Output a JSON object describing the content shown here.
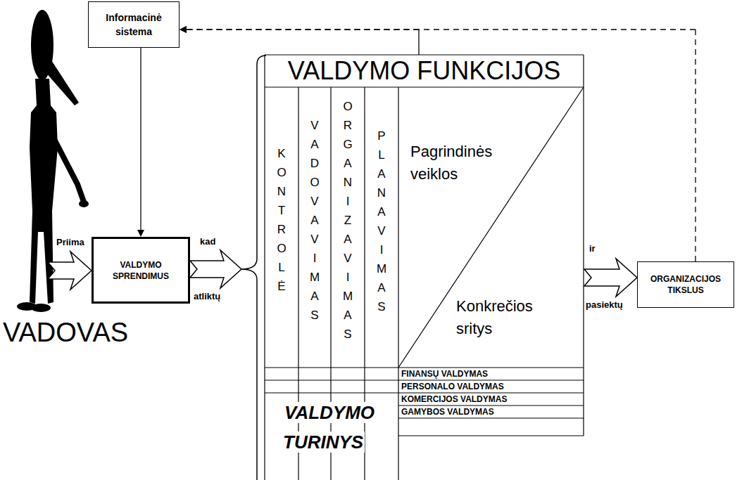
{
  "diagram": {
    "nodes": [
      {
        "text": [
          "Informacinė sistema"
        ]
      },
      {
        "text": [
          "VALDYMO SPRENDIMUS"
        ]
      },
      {
        "text": [
          "VALDYMO FUNKCIJOS"
        ]
      },
      {
        "text": [
          "ORGANIZACIJOS TIKSLUS"
        ]
      }
    ],
    "edges": [
      {
        "from": 0,
        "to": 1,
        "arrow": "to"
      },
      {
        "from": 1,
        "to": 2,
        "arrow": "to"
      },
      {
        "from": 2,
        "to": 3,
        "arrow": "to"
      },
      {
        "from": 3,
        "to": 0,
        "arrow": "to"
      },
      {
        "from": 2,
        "to": 0,
        "arrow": "to"
      }
    ],
    "labels": [
      "Priima",
      "kad",
      "atliktų",
      "ir",
      "pasiektų",
      "VADOVAS",
      "KONTROLĖ",
      "VADOVAVIMAS",
      "ORGANIZAVIMAS",
      "PLANAVIMAS",
      "Pagrindinės veiklos",
      "Konkrečios sritys",
      "FINANSŲ VALDYMAS",
      "PERSONALO VALDYMAS",
      "KOMERCIJOS VALDYMAS",
      "GAMYBOS VALDYMAS",
      "VALDYMO TURINYS"
    ]
  }
}
